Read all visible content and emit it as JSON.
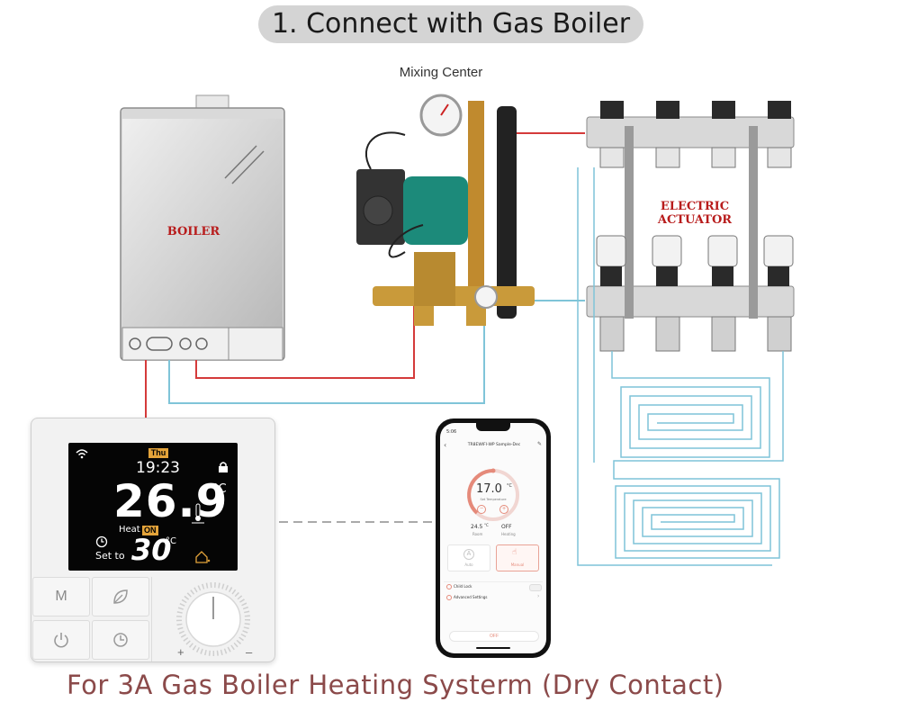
{
  "title": "1. Connect with Gas Boiler",
  "mixing_center_label": "Mixing Center",
  "boiler_label": "BOILER",
  "actuator_label_line1": "ELECTRIC",
  "actuator_label_line2": "ACTUATOR",
  "caption": "For 3A Gas Boiler Heating Systerm (Dry Contact)",
  "colors": {
    "hot_pipe": "#d43a3a",
    "cold_pipe": "#7fc4d8",
    "caption": "#8b4a4a",
    "label_red": "#b81c1c",
    "display_accent": "#e3a33a"
  },
  "thermostat": {
    "day": "Thu",
    "time": "19:23",
    "temperature": "26.9",
    "temp_unit": "°C",
    "heat_label": "Heat",
    "heat_state": "ON",
    "set_label": "Set to",
    "set_value": "30",
    "set_unit": "°C",
    "key_mode": "M",
    "dial_plus": "+",
    "dial_minus": "–",
    "icons": [
      "wifi-icon",
      "lock-icon",
      "clock-icon",
      "home-icon",
      "leaf-icon",
      "power-icon",
      "timer-icon"
    ]
  },
  "phone": {
    "status_time": "5:06",
    "device_name": "TR8EWIFI-WP Sample-Dec",
    "set_temp": "17.0",
    "set_unit": "°C",
    "set_caption": "Set Temperature",
    "room_temp": "24.5",
    "room_unit": "°C",
    "room_label": "Room",
    "heating_state": "OFF",
    "heating_label": "Heating",
    "mode_auto": "Auto",
    "mode_manual": "Manual",
    "child_lock": "Child Lock",
    "advanced": "Advanced Settings",
    "off_button": "OFF"
  }
}
